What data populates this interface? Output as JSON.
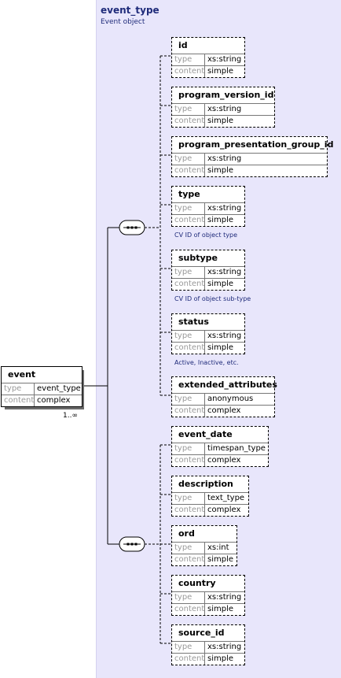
{
  "container": {
    "title": "event_type",
    "description": "Event object"
  },
  "root": {
    "name": "event",
    "type_key": "type",
    "type_val": "event_type",
    "content_key": "content",
    "content_val": "complex",
    "multiplicity": "1..∞"
  },
  "elements": [
    {
      "name": "id",
      "type": "xs:string",
      "content": "simple",
      "note": ""
    },
    {
      "name": "program_version_id",
      "type": "xs:string",
      "content": "simple",
      "note": ""
    },
    {
      "name": "program_presentation_group_id",
      "type": "xs:string",
      "content": "simple",
      "note": ""
    },
    {
      "name": "type",
      "type": "xs:string",
      "content": "simple",
      "note": "CV ID of object type"
    },
    {
      "name": "subtype",
      "type": "xs:string",
      "content": "simple",
      "note": "CV ID of object sub-type"
    },
    {
      "name": "status",
      "type": "xs:string",
      "content": "simple",
      "note": "Active, Inactive, etc."
    },
    {
      "name": "extended_attributes",
      "type": "anonymous",
      "content": "complex",
      "note": ""
    },
    {
      "name": "event_date",
      "type": "timespan_type",
      "content": "complex",
      "note": ""
    },
    {
      "name": "description",
      "type": "text_type",
      "content": "complex",
      "note": ""
    },
    {
      "name": "ord",
      "type": "xs:int",
      "content": "simple",
      "note": ""
    },
    {
      "name": "country",
      "type": "xs:string",
      "content": "simple",
      "note": ""
    },
    {
      "name": "source_id",
      "type": "xs:string",
      "content": "simple",
      "note": ""
    }
  ],
  "labels": {
    "type_key": "type",
    "content_key": "content"
  },
  "icons": [
    "sequence-compositor-icon",
    "sequence-compositor-icon"
  ]
}
